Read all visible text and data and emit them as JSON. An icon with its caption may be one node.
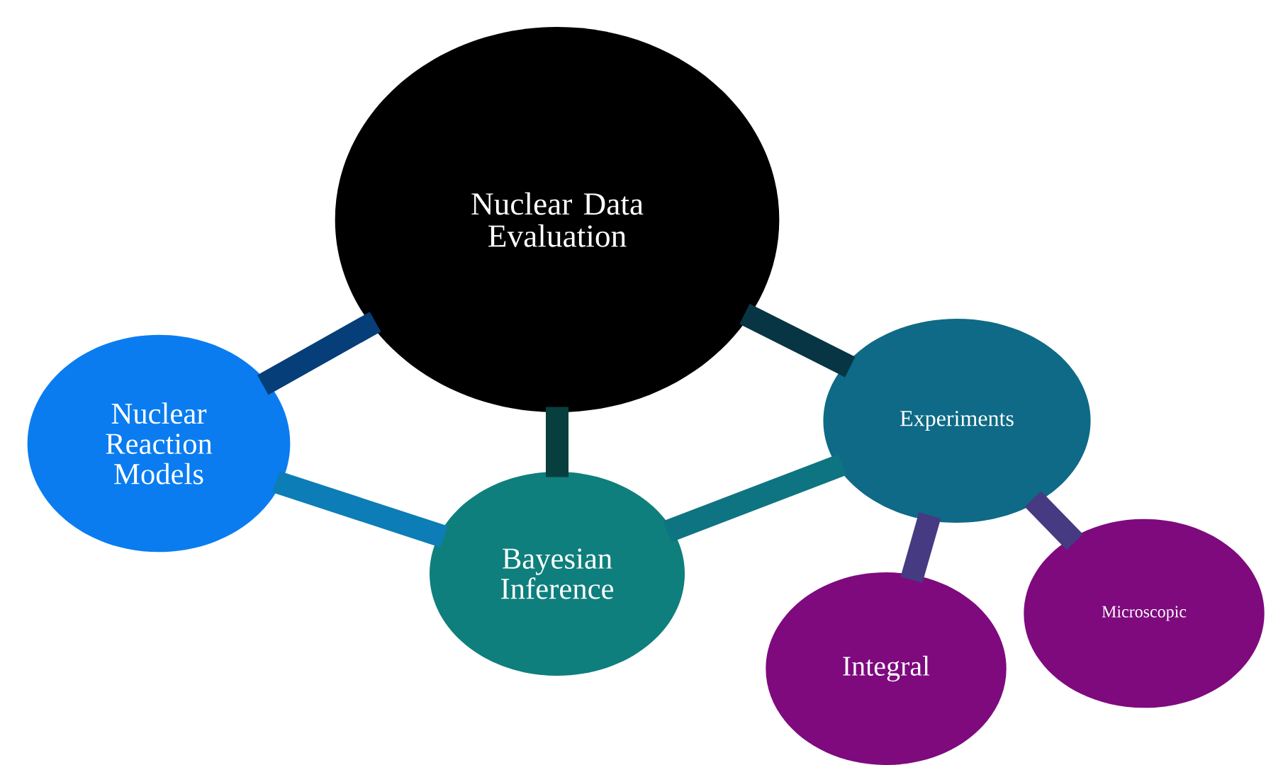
{
  "diagram": {
    "nodes": [
      {
        "text": [
          "Nuclear Data Evaluation"
        ]
      },
      {
        "text": [
          "Nuclear Reaction Models"
        ]
      },
      {
        "text": [
          "Bayesian Inference"
        ]
      },
      {
        "text": [
          "Experiments"
        ]
      },
      {
        "text": [
          "Integral"
        ]
      },
      {
        "text": [
          "Microscopic"
        ]
      }
    ],
    "edges": [
      {
        "from": 0,
        "to": 1,
        "arrow": "none"
      },
      {
        "from": 0,
        "to": 2,
        "arrow": "none"
      },
      {
        "from": 0,
        "to": 3,
        "arrow": "none"
      },
      {
        "from": 2,
        "to": 1,
        "arrow": "none"
      },
      {
        "from": 2,
        "to": 3,
        "arrow": "none"
      },
      {
        "from": 3,
        "to": 4,
        "arrow": "none"
      },
      {
        "from": 3,
        "to": 5,
        "arrow": "none"
      }
    ]
  }
}
